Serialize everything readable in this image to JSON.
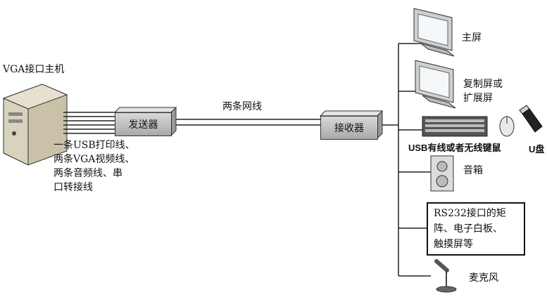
{
  "host": {
    "title": "VGA接口主机",
    "cable_note": [
      "一条USB打印线、",
      "两条VGA视频线、",
      "两条音频线、串",
      "口转接线"
    ]
  },
  "sender": {
    "label": "发送器"
  },
  "link": {
    "label": "两条网线"
  },
  "receiver": {
    "label": "接收器"
  },
  "devices": {
    "main_screen": "主屏",
    "second_screen": [
      "复制屏或",
      "扩展屏"
    ],
    "keyboard_mouse": "USB有线或者无线键鼠",
    "u_disk": "U盘",
    "speaker": "音箱",
    "rs232": [
      "RS232接口的矩",
      "阵、电子白板、",
      "触摸屏等"
    ],
    "microphone": "麦克风"
  }
}
